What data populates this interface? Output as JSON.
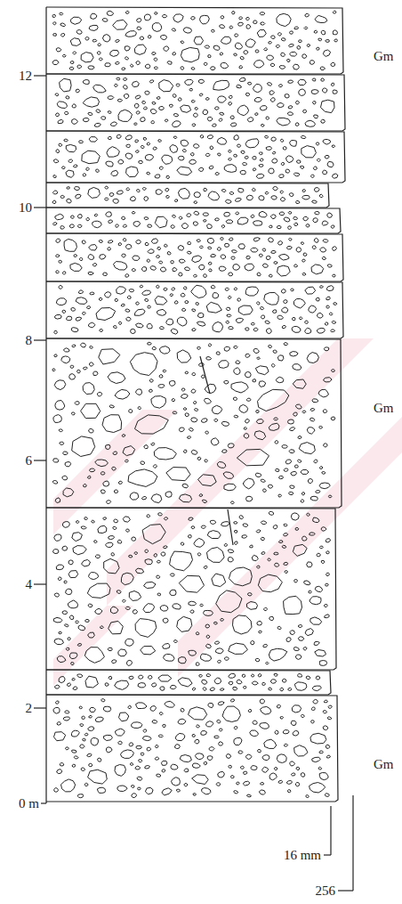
{
  "diagram": {
    "labels": [
      "Gm",
      "12",
      "10",
      "8",
      "Gm",
      "6",
      "4",
      "2",
      "Gm",
      "0 m",
      "16 mm",
      "256"
    ]
  }
}
